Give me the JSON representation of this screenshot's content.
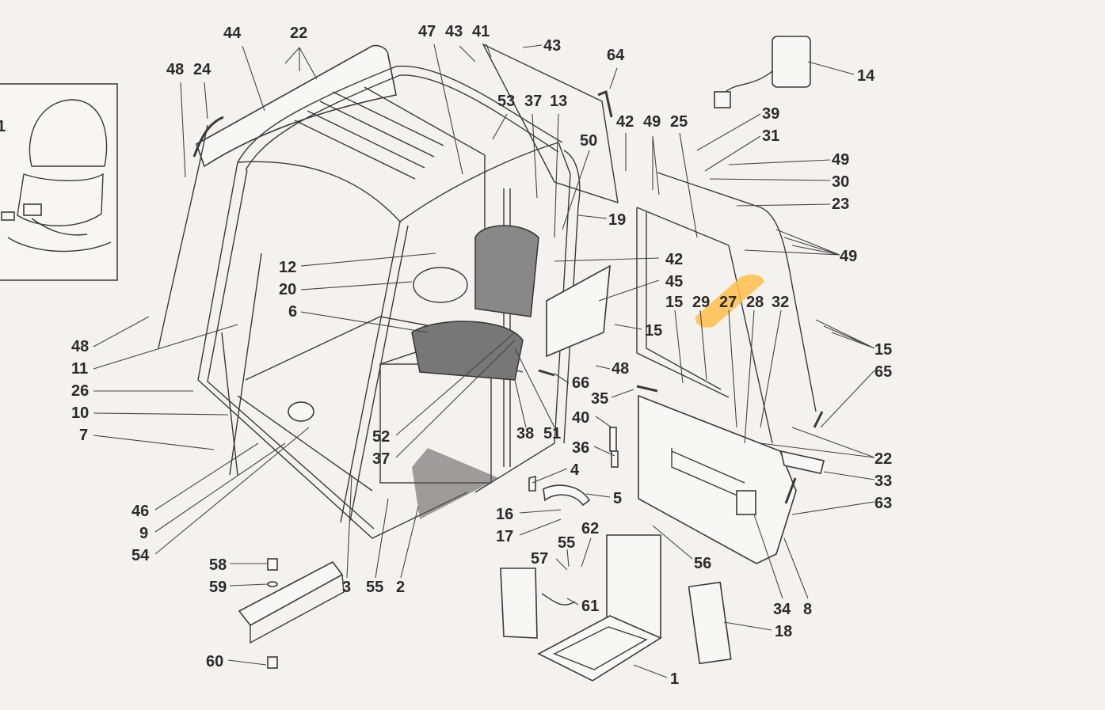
{
  "diagram": {
    "highlight_color": "#ffc04a",
    "highlight_label": "27",
    "callouts": [
      "1",
      "44",
      "22",
      "47",
      "43",
      "41",
      "43",
      "64",
      "14",
      "48",
      "24",
      "53",
      "37",
      "13",
      "42",
      "49",
      "25",
      "39",
      "31",
      "49",
      "30",
      "23",
      "49",
      "50",
      "19",
      "12",
      "42",
      "20",
      "45",
      "15",
      "29",
      "27",
      "28",
      "32",
      "15",
      "6",
      "15",
      "48",
      "65",
      "11",
      "66",
      "48",
      "35",
      "26",
      "10",
      "40",
      "7",
      "36",
      "22",
      "33",
      "52",
      "37",
      "38",
      "51",
      "4",
      "5",
      "63",
      "46",
      "16",
      "17",
      "62",
      "9",
      "55",
      "57",
      "56",
      "54",
      "58",
      "59",
      "3",
      "55",
      "2",
      "61",
      "34",
      "8",
      "18",
      "60",
      "1"
    ]
  }
}
